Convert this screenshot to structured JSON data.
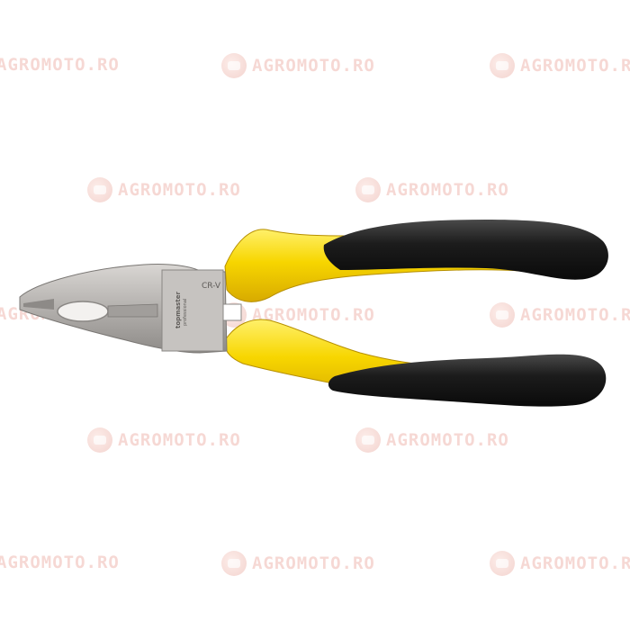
{
  "watermark": {
    "text": "AGROMOTO.RO",
    "color": "#d8533f"
  },
  "product": {
    "jaw_stamp": "CR-V",
    "brand_stamp": "topmaster",
    "brand_sub": "professional",
    "colors": {
      "handle_yellow": "#f7d600",
      "handle_black": "#1c1c1c",
      "steel": "#b9b6b3"
    }
  }
}
